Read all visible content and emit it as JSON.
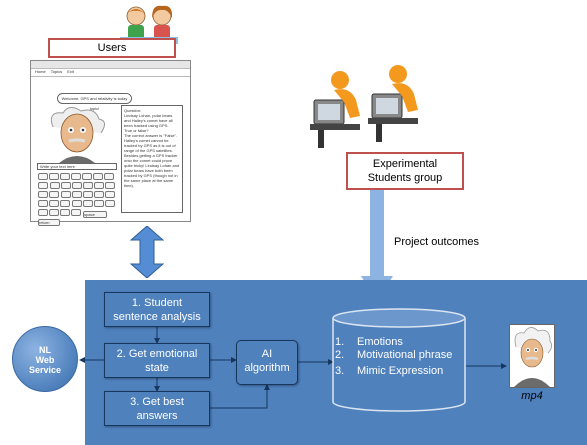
{
  "users_label": "Users",
  "tablet": {
    "menu": [
      "Home",
      "Topics",
      "Exit"
    ],
    "bubble": "Welcome, GPS and relativity is today topic!",
    "question_lines": [
      "Question:",
      "Lindsay Lohan, polar bears and Halley's comet have all been tracked using GPS.",
      "True or false?",
      "The correct answer is \"False\".",
      "Halley's comet cannot be tracked by GPS as it is out of range of the GPS satellites. Besides getting a GPS tracker onto the comet could prove quite tricky! Lindsay Lohan and polar bears have both been tracked by GPS (though not in the same place at the same time)."
    ],
    "input_placeholder": "Write your text here",
    "key_labels": [
      "space",
      "return"
    ]
  },
  "experimental_group": {
    "line1": "Experimental",
    "line2": "Students group"
  },
  "project_outcomes": "Project outcomes",
  "nl_service": {
    "line1": "NL",
    "line2": "Web",
    "line3": "Service"
  },
  "steps": [
    {
      "line1": "1. Student",
      "line2": "sentence analysis"
    },
    {
      "line1": "2. Get emotional",
      "line2": "state"
    },
    {
      "line1": "3. Get best",
      "line2": "answers"
    }
  ],
  "ai": {
    "line1": "AI",
    "line2": "algorithm"
  },
  "outcomes": [
    {
      "num": "1.",
      "label": "Emotions"
    },
    {
      "num": "2.",
      "label": "Motivational phrase"
    },
    {
      "num": "3.",
      "label": "Mimic Expression"
    }
  ],
  "mp4_label": "mp4",
  "colors": {
    "panel": "#4f81bd",
    "arrow": "#548dd4",
    "box_border": "#c0504d",
    "cylinder": "#4f81bd"
  }
}
